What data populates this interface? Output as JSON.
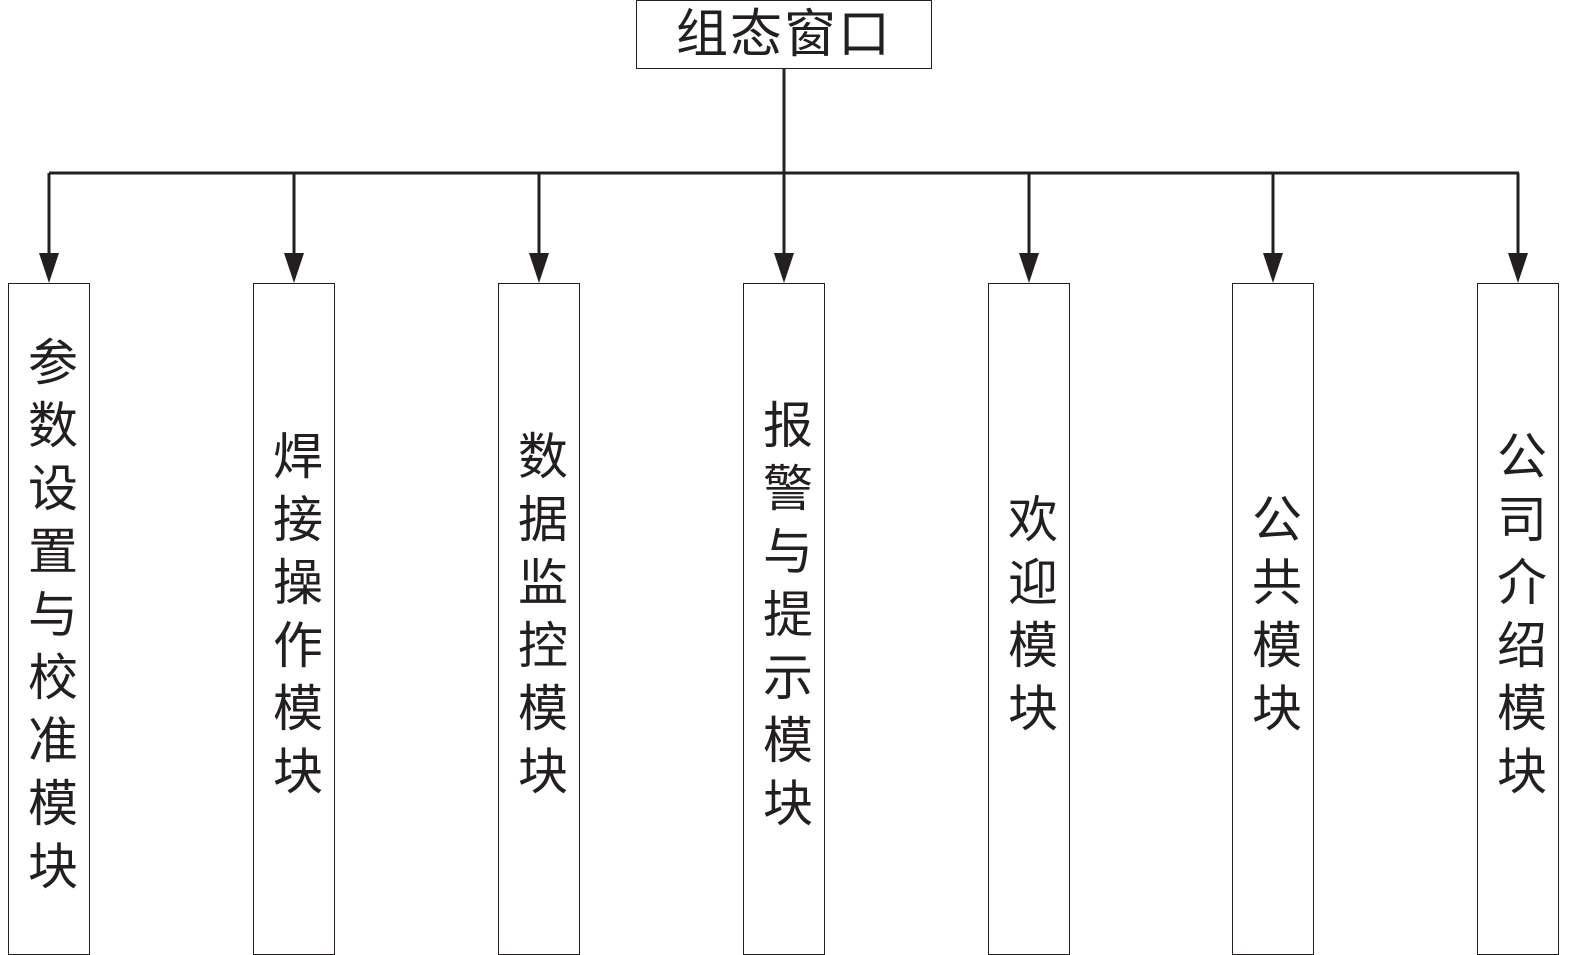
{
  "diagram": {
    "root": {
      "label": "组态窗口"
    },
    "children": [
      {
        "label": "参数设置与校准模块"
      },
      {
        "label": "焊接操作模块"
      },
      {
        "label": "数据监控模块"
      },
      {
        "label": "报警与提示模块"
      },
      {
        "label": "欢迎模块"
      },
      {
        "label": "公共模块"
      },
      {
        "label": "公司介绍模块"
      }
    ],
    "colors": {
      "line": "#231f20",
      "box_border": "#231f20",
      "text": "#231f20"
    }
  }
}
